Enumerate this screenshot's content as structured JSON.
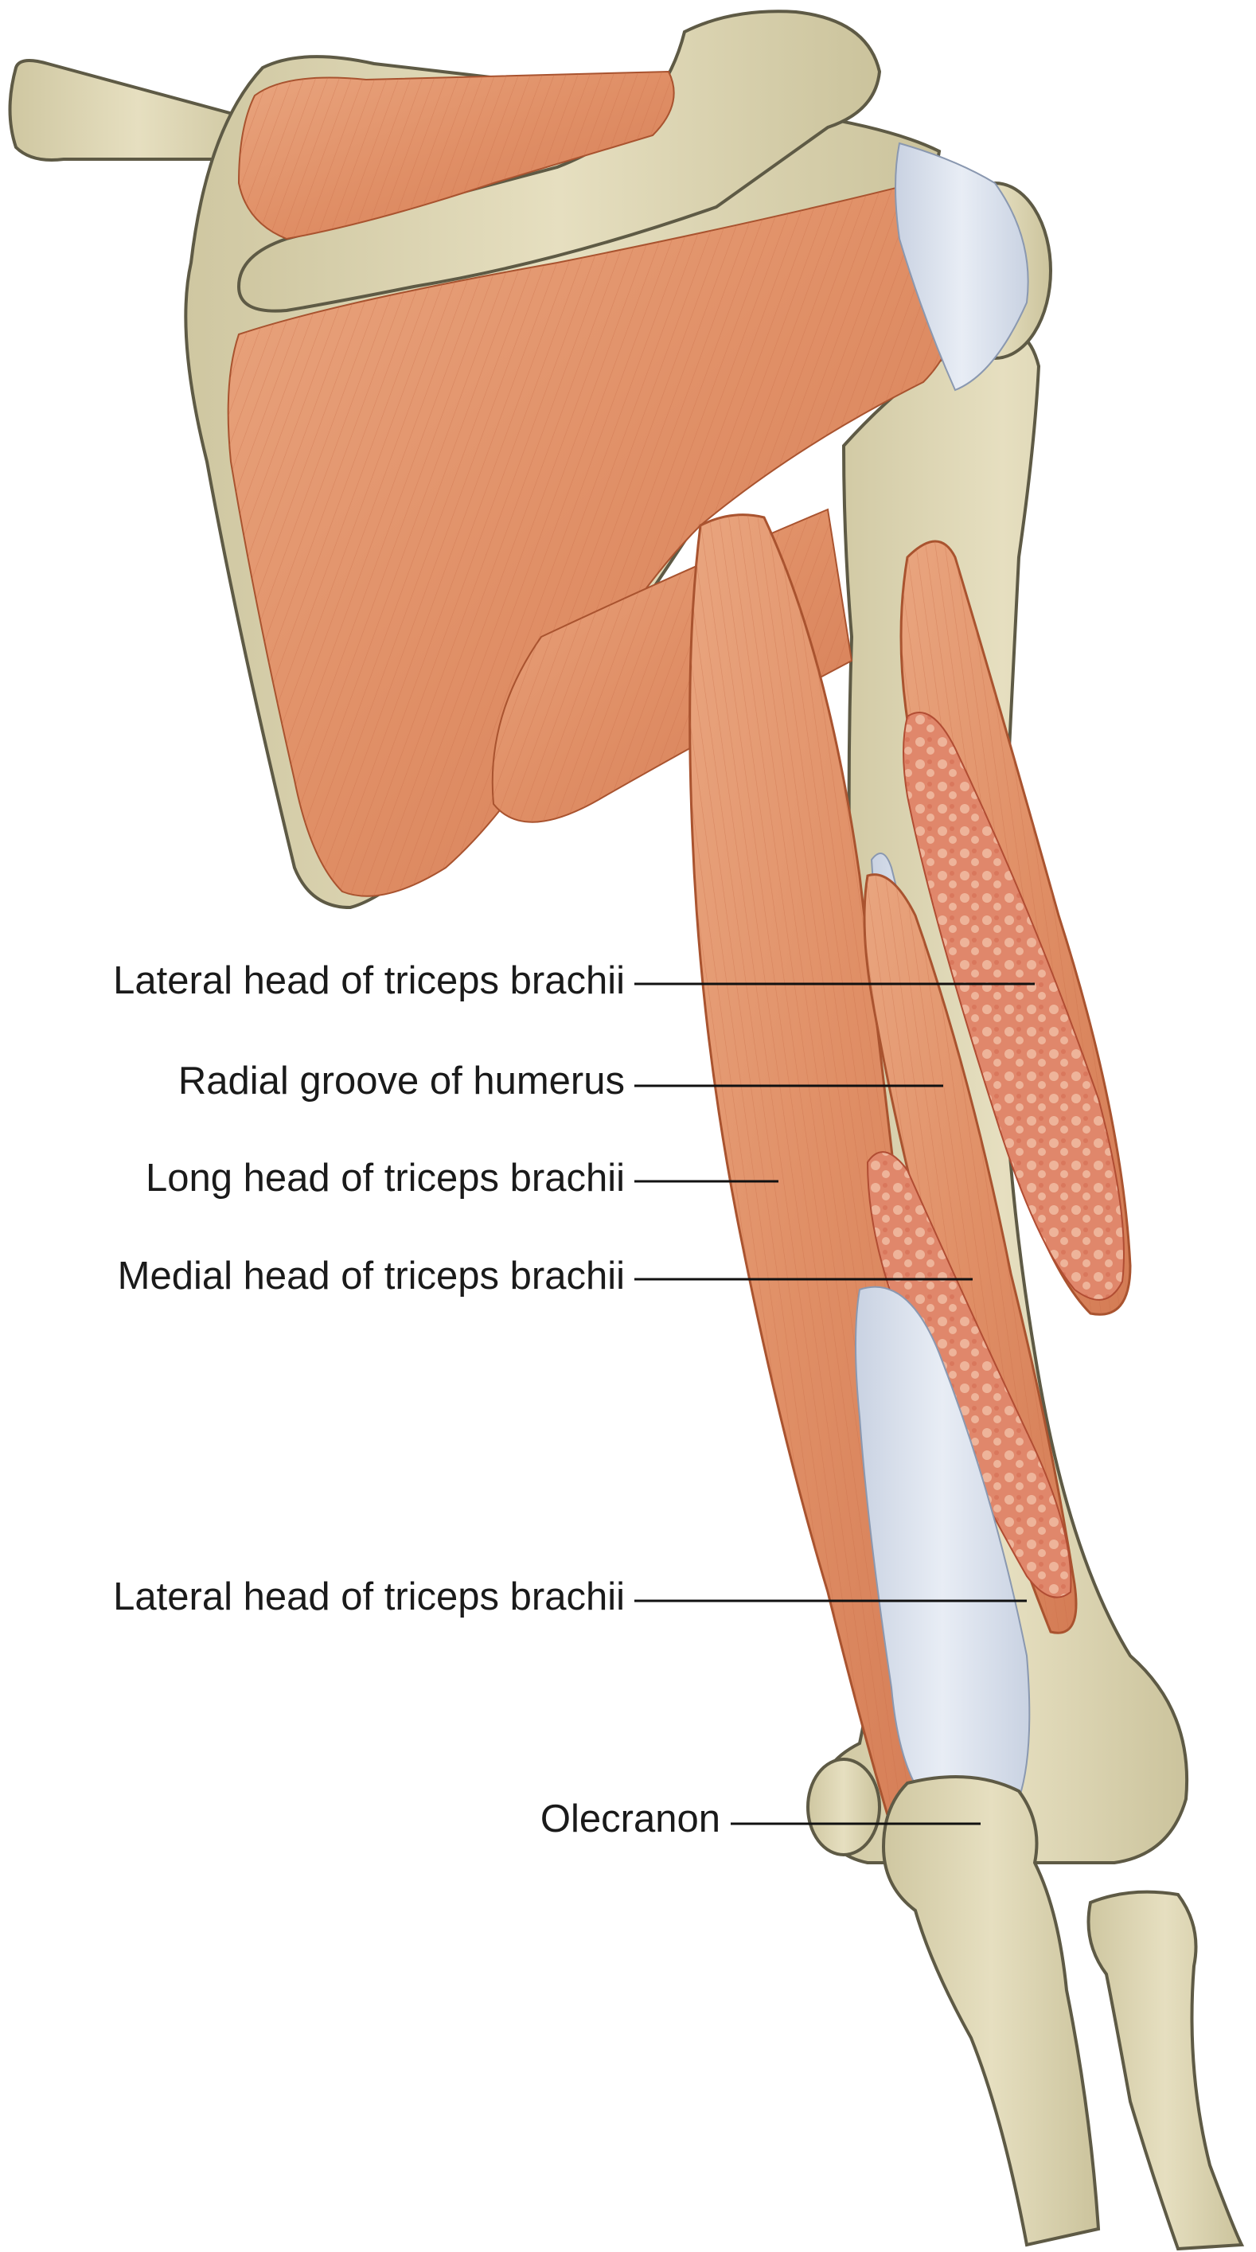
{
  "labels": {
    "lateral_head_upper": "Lateral head of triceps brachii",
    "radial_groove": "Radial groove of humerus",
    "long_head": "Long head of triceps brachii",
    "medial_head": "Medial head of triceps brachii",
    "lateral_head_lower": "Lateral head of triceps brachii",
    "olecranon": "Olecranon"
  },
  "colors": {
    "bone": "#ddd6b5",
    "bone_outline": "#5e5a45",
    "muscle": "#e2956e",
    "muscle_dark": "#b8512e",
    "tendon": "#d9e0ec",
    "cut_surface": "#e08a70",
    "background": "#ffffff"
  }
}
